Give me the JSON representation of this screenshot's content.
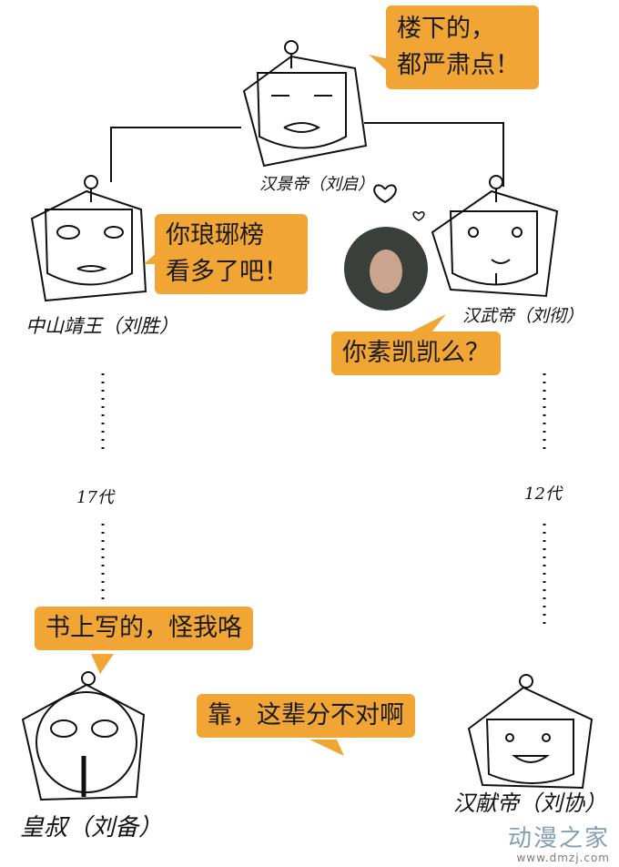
{
  "bubbles": {
    "top": [
      "楼下的，",
      "都严肃点！"
    ],
    "left": [
      "你琅琊榜",
      "看多了吧！"
    ],
    "right": "你素凯凯么？",
    "bottom_left": "书上写的，怪我咯",
    "bottom_right": "靠，这辈分不对啊"
  },
  "labels": {
    "jingdi": "汉景帝（刘启）",
    "zhongshan": "中山靖王（刘胜）",
    "wudi": "汉武帝（刘彻）",
    "huangshu": "皇叔（刘备）",
    "xiandi": "汉献帝（刘协）"
  },
  "generations": {
    "left": "17代",
    "right": "12代"
  },
  "watermark": {
    "name": "动漫之家",
    "url": "www.dmzj.com"
  },
  "colors": {
    "bubble": "#f0a534",
    "ink": "#111111"
  }
}
